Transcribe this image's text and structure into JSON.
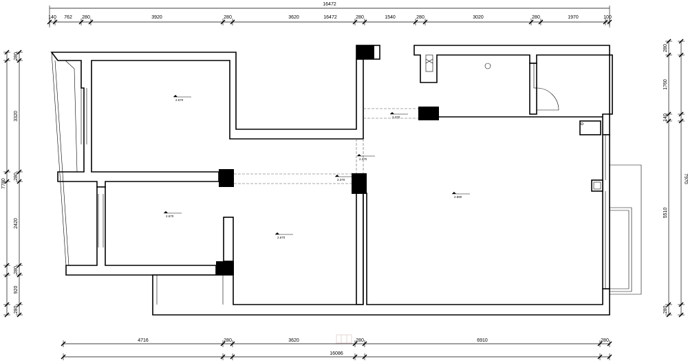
{
  "top_dimensions": {
    "overall_outer": "16472",
    "overall_inner": "16472",
    "segments": [
      "140",
      "762",
      "280",
      "3920",
      "280",
      "3620",
      "280",
      "1540",
      "280",
      "3020",
      "280",
      "1970",
      "100"
    ]
  },
  "bottom_dimensions": {
    "segments": [
      "4716",
      "280",
      "3620",
      "280",
      "6910",
      "280"
    ],
    "overall": "16086"
  },
  "left_dimensions": {
    "segments": [
      "280",
      "3320",
      "280",
      "2420",
      "280",
      "920",
      "280"
    ],
    "overall": "7780"
  },
  "right_dimensions": {
    "segments": [
      "280",
      "1760",
      "140",
      "5510",
      "280"
    ],
    "overall": "7970"
  },
  "elevations": {
    "bedroom_top": "2.670",
    "bedroom_bottom": "2.670",
    "hall": "2.670",
    "beam_mid": "2.370",
    "beam_vertical": "2.370",
    "beam_right": "2.370",
    "living": "2.890"
  },
  "colors": {
    "line": "#000000",
    "background": "#ffffff",
    "watermark": "#d9b8b8"
  }
}
